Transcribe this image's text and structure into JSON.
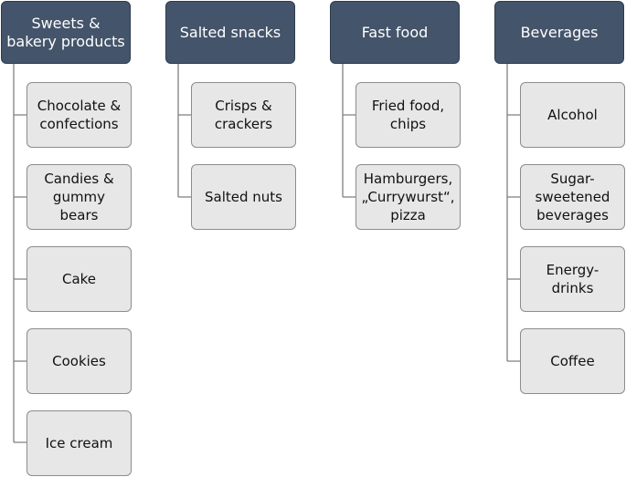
{
  "columns": [
    {
      "title": "Sweets & bakery products",
      "items": [
        "Chocolate & confections",
        "Candies & gummy bears",
        "Cake",
        "Cookies",
        "Ice cream"
      ]
    },
    {
      "title": "Salted snacks",
      "items": [
        "Crisps & crackers",
        "Salted nuts"
      ]
    },
    {
      "title": "Fast food",
      "items": [
        "Fried food, chips",
        "Hamburgers, „Currywurst“, pizza"
      ]
    },
    {
      "title": "Beverages",
      "items": [
        "Alcohol",
        "Sugar-sweetened beverages",
        "Energy-drinks",
        "Coffee"
      ]
    }
  ],
  "colors": {
    "header_fill": "#44546a",
    "header_text": "#ffffff",
    "item_fill": "#e7e7e7",
    "item_border": "#8c8c8c",
    "connector": "#7f7f7f"
  }
}
